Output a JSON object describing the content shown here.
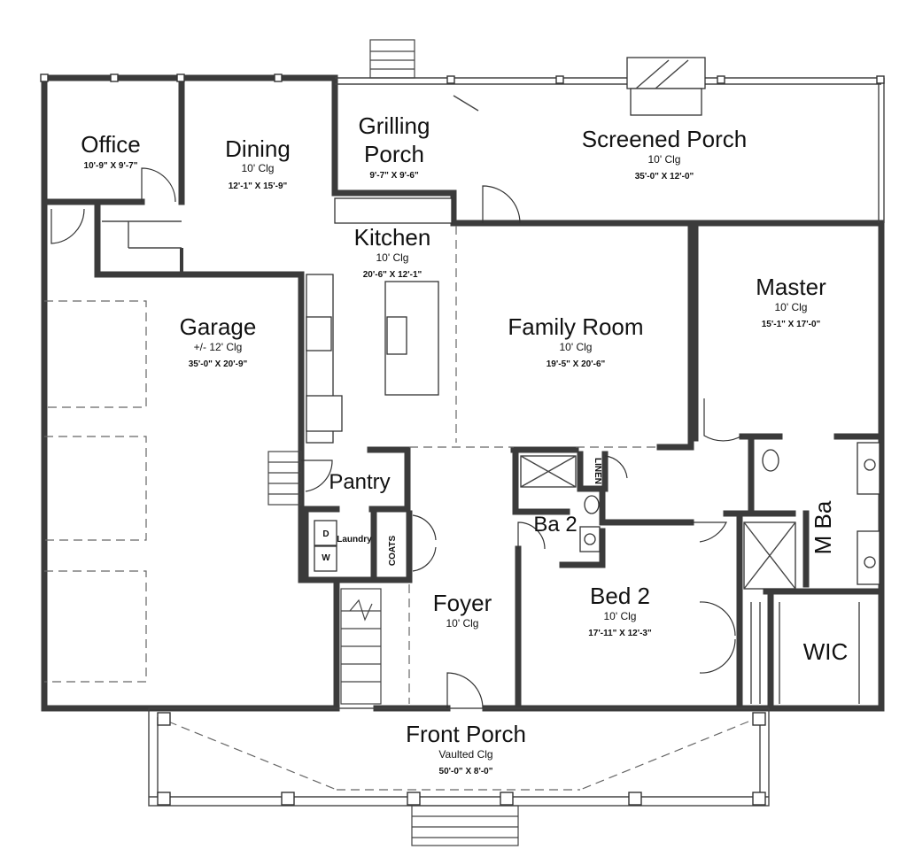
{
  "rooms": {
    "office": {
      "name": "Office",
      "dims": "10'-9\" X 9'-7\""
    },
    "dining": {
      "name": "Dining",
      "ceiling": "10' Clg",
      "dims": "12'-1\" X 15'-9\""
    },
    "grilling_porch": {
      "name_line1": "Grilling",
      "name_line2": "Porch",
      "dims": "9'-7\" X 9'-6\""
    },
    "screened_porch": {
      "name": "Screened Porch",
      "ceiling": "10' Clg",
      "dims": "35'-0\" X 12'-0\""
    },
    "kitchen": {
      "name": "Kitchen",
      "ceiling": "10' Clg",
      "dims": "20'-6\" X 12'-1\""
    },
    "garage": {
      "name": "Garage",
      "ceiling": "+/- 12' Clg",
      "dims": "35'-0\" X 20'-9\""
    },
    "family_room": {
      "name": "Family Room",
      "ceiling": "10' Clg",
      "dims": "19'-5\" X 20'-6\""
    },
    "master": {
      "name": "Master",
      "ceiling": "10' Clg",
      "dims": "15'-1\" X 17'-0\""
    },
    "pantry": {
      "name": "Pantry"
    },
    "laundry": {
      "name": "Laundry",
      "dryer": "D",
      "washer": "W"
    },
    "coats": {
      "name": "COATS"
    },
    "linen": {
      "name": "LINEN"
    },
    "bath2": {
      "name": "Ba 2"
    },
    "master_bath": {
      "name": "M Ba"
    },
    "foyer": {
      "name": "Foyer",
      "ceiling": "10' Clg"
    },
    "bed2": {
      "name": "Bed 2",
      "ceiling": "10' Clg",
      "dims": "17'-11\" X 12'-3\""
    },
    "wic": {
      "name": "WIC"
    },
    "front_porch": {
      "name": "Front Porch",
      "ceiling": "Vaulted Clg",
      "dims": "50'-0\" X 8'-0\""
    }
  }
}
